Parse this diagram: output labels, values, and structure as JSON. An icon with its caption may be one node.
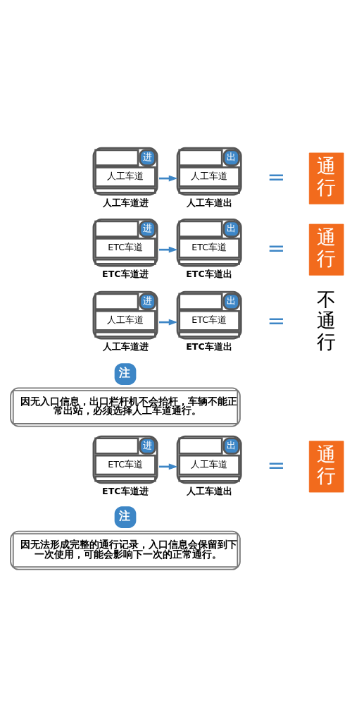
{
  "diagram": {
    "nodes": [
      {
        "text": [
          "人工车道",
          "进",
          "人工车道进"
        ]
      },
      {
        "text": [
          "人工车道",
          "出",
          "人工车道出"
        ]
      },
      {
        "text": [
          "通行"
        ]
      },
      {
        "text": [
          "ETC车道",
          "进",
          "ETC车道进"
        ]
      },
      {
        "text": [
          "ETC车道",
          "出",
          "ETC车道出"
        ]
      },
      {
        "text": [
          "通行"
        ]
      },
      {
        "text": [
          "人工车道",
          "进",
          "人工车道进"
        ]
      },
      {
        "text": [
          "ETC车道",
          "出",
          "ETC车道出"
        ]
      },
      {
        "text": [
          "不通行"
        ]
      },
      {
        "text": [
          "注",
          "因无入口信息，出口栏杆机不会抬杆，车辆不能正常出站，必须选择人工车道通行。"
        ]
      },
      {
        "text": [
          "ETC车道",
          "进",
          "ETC车道进"
        ]
      },
      {
        "text": [
          "人工车道",
          "出",
          "人工车道出"
        ]
      },
      {
        "text": [
          "通行"
        ]
      },
      {
        "text": [
          "注",
          "因无法形成完整的通行记录，入口信息会保留到下一次使用，可能会影响下一次的正常通行。"
        ]
      }
    ],
    "edges": [
      {
        "from": 0,
        "to": 1,
        "arrow": "to"
      },
      {
        "from": 3,
        "to": 4,
        "arrow": "to"
      },
      {
        "from": 6,
        "to": 7,
        "arrow": "to"
      },
      {
        "from": 10,
        "to": 11,
        "arrow": "to"
      }
    ],
    "labels": [
      "=",
      "=",
      "=",
      "="
    ]
  }
}
